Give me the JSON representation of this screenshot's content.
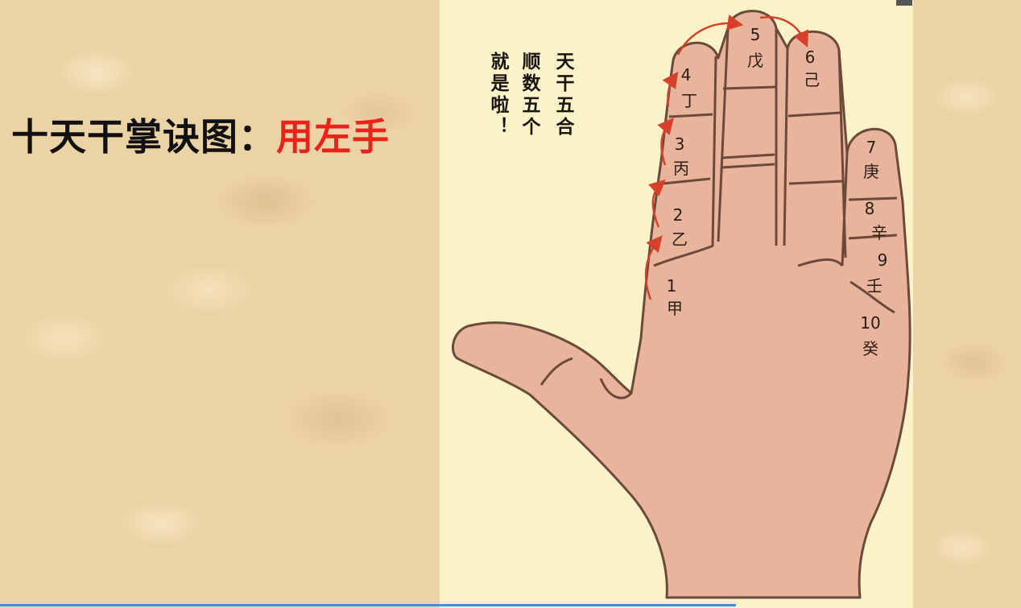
{
  "title": {
    "prefix": "十天干掌诀图：",
    "highlight": "用左手"
  },
  "note_columns": [
    "天干五合",
    "顺数五个",
    "就是啦！"
  ],
  "stems": [
    {
      "num": "1",
      "char": "甲"
    },
    {
      "num": "2",
      "char": "乙"
    },
    {
      "num": "3",
      "char": "丙"
    },
    {
      "num": "4",
      "char": "丁"
    },
    {
      "num": "5",
      "char": "戊"
    },
    {
      "num": "6",
      "char": "己"
    },
    {
      "num": "7",
      "char": "庚"
    },
    {
      "num": "8",
      "char": "辛"
    },
    {
      "num": "9",
      "char": "壬"
    },
    {
      "num": "10",
      "char": "癸"
    }
  ],
  "colors": {
    "hand_fill": "#e8b49c",
    "outline": "#6b4a3a",
    "arrow": "#d6402a",
    "title_red": "#e8231a",
    "panel_bg": "#fbf3c7"
  }
}
